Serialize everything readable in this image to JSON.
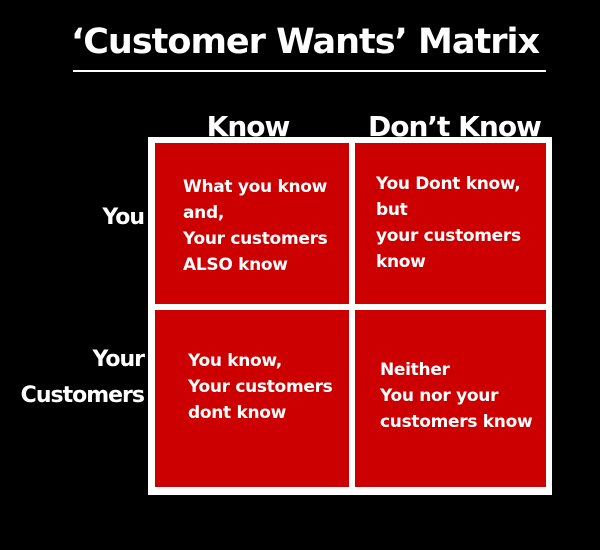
{
  "title": "‘Customer Wants’ Matrix",
  "columns": [
    "Know",
    "Don’t Know"
  ],
  "rows": [
    [
      "You"
    ],
    [
      "Your",
      "Customers"
    ]
  ],
  "cells": [
    {
      "lines": [
        "What you know",
        "and,",
        "Your customers",
        "ALSO know"
      ]
    },
    {
      "lines": [
        "You Dont know,",
        "but",
        "your customers",
        "know"
      ]
    },
    {
      "lines": [
        "You know,",
        "Your customers",
        "dont know"
      ]
    },
    {
      "lines": [
        "Neither",
        "You nor your",
        "customers know"
      ]
    }
  ],
  "colors": {
    "background": "#000000",
    "cell_fill": "#cc0000",
    "grid_border": "#ffffff",
    "text": "#ffffff"
  }
}
